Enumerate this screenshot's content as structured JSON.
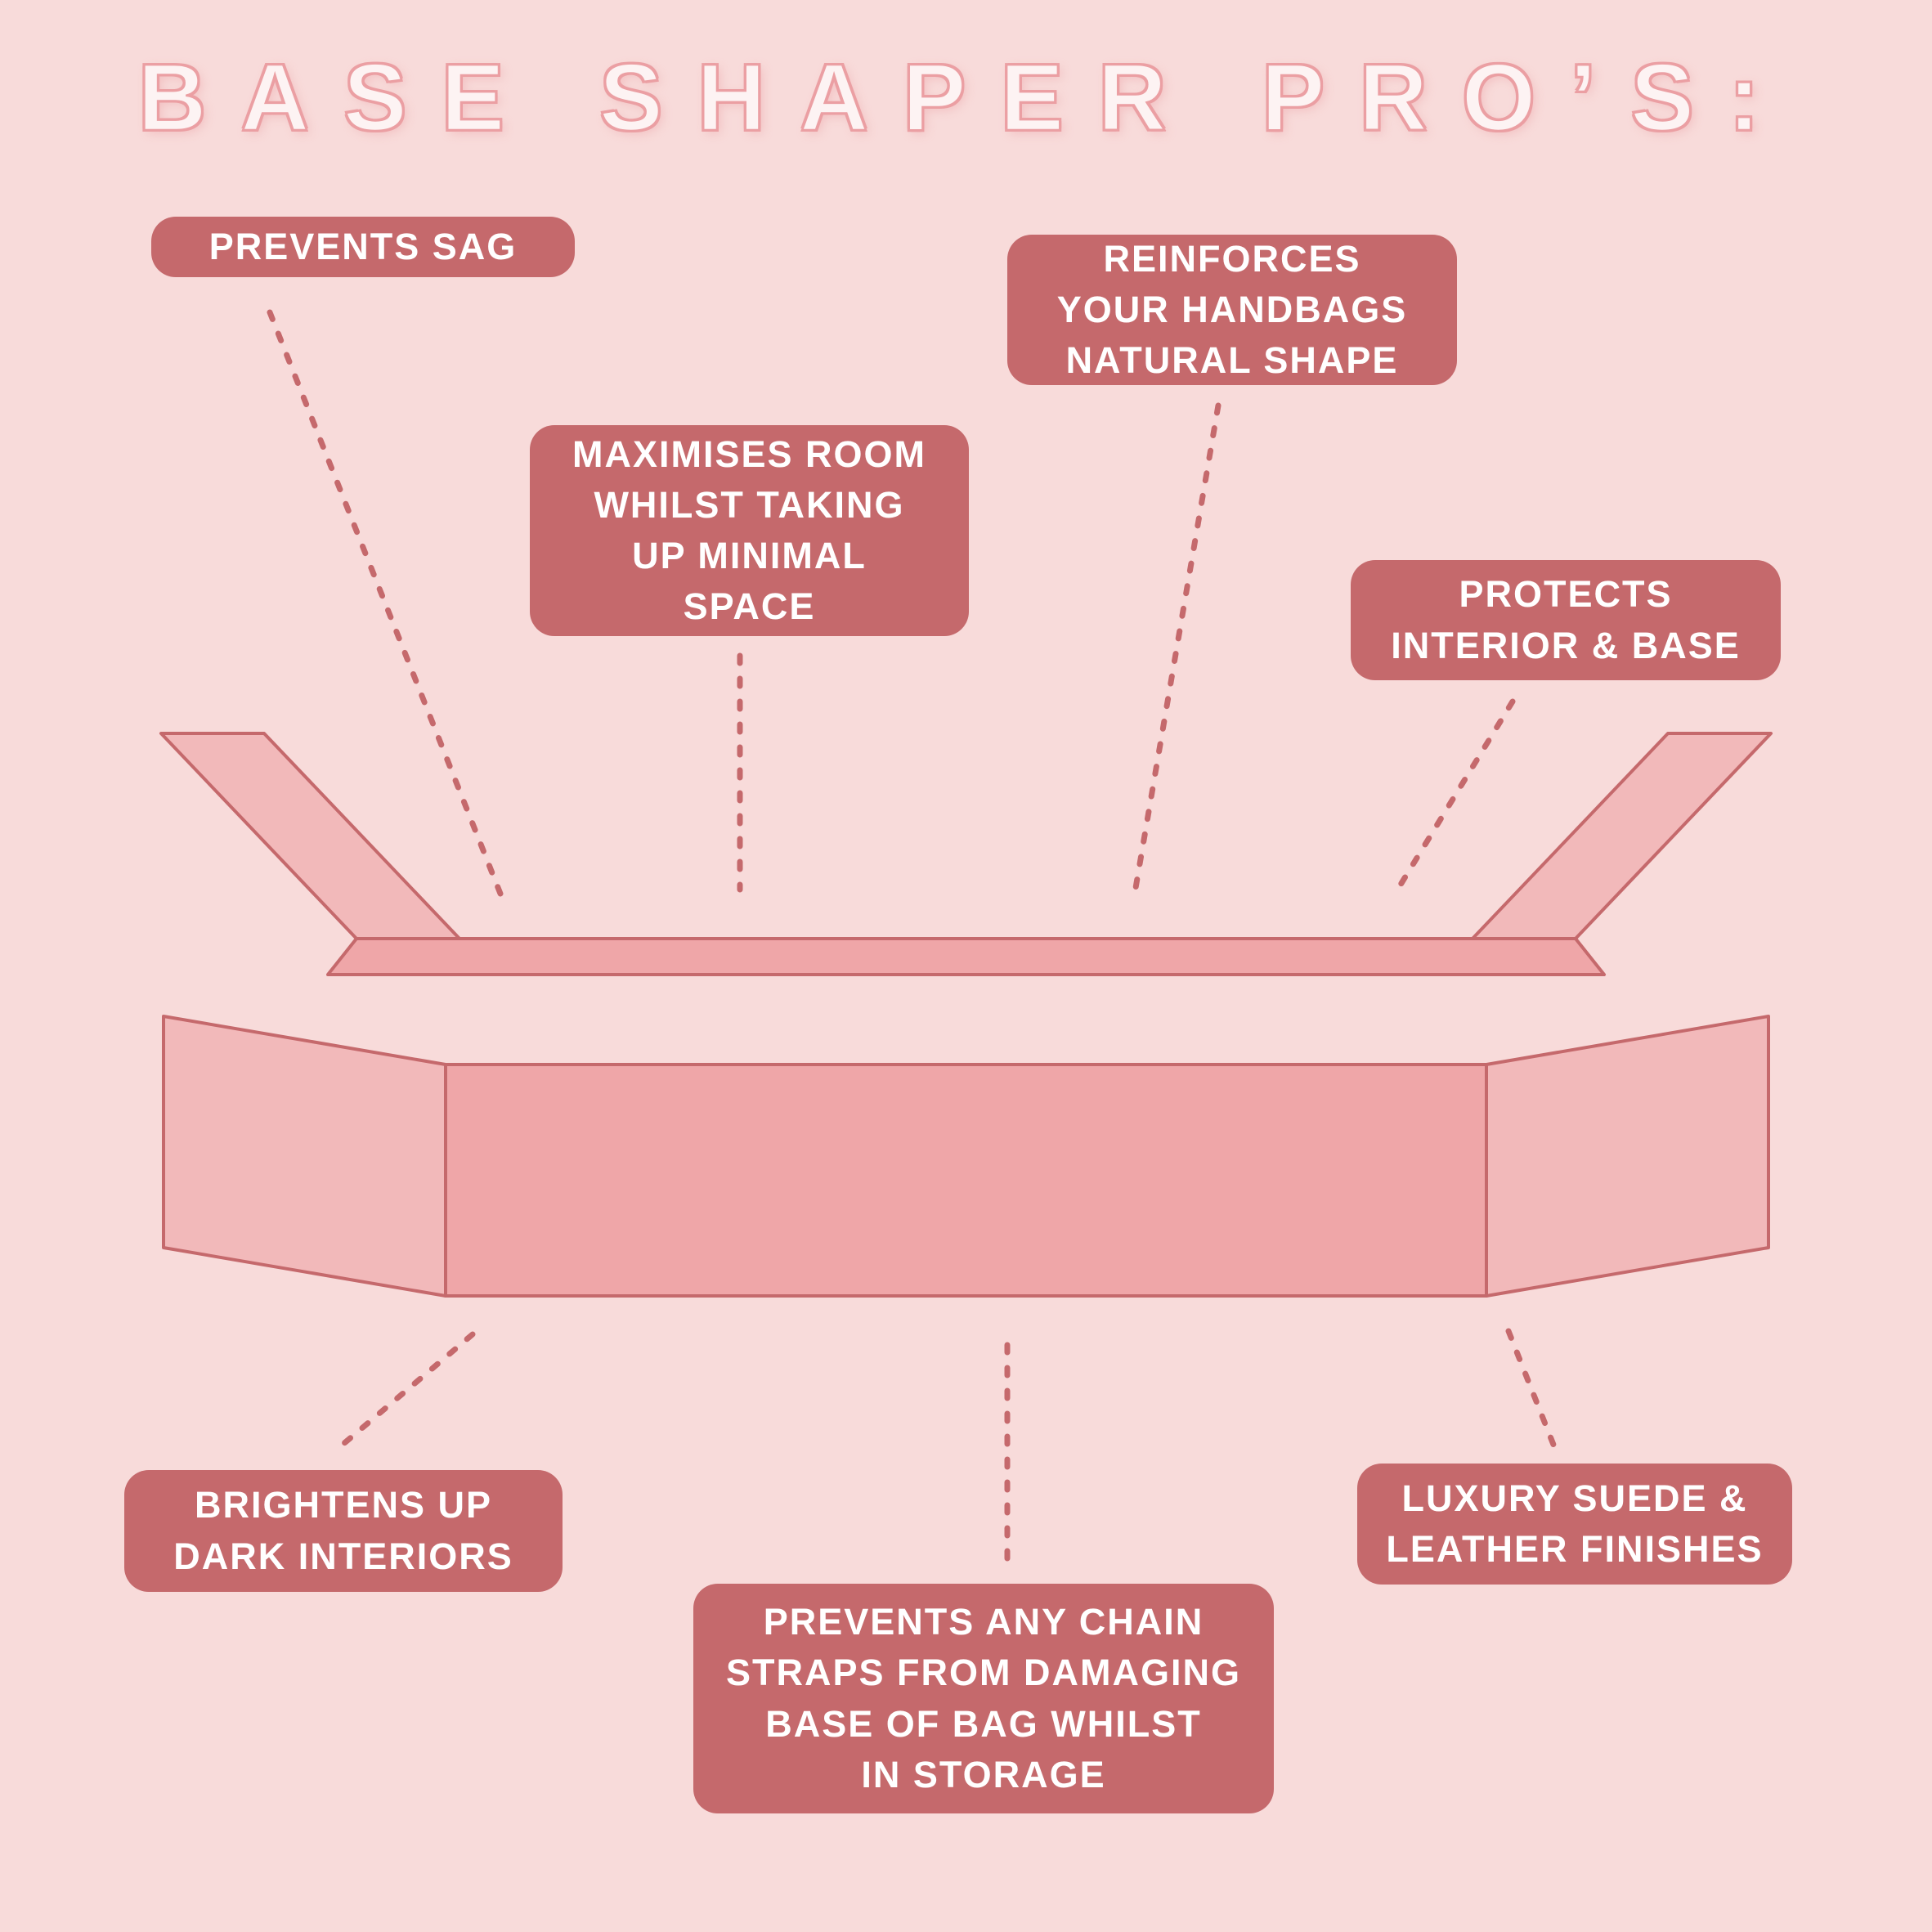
{
  "title": "BASE SHAPER PRO’S:",
  "callouts": [
    {
      "id": "prevents-sag",
      "label": "PREVENTS SAG"
    },
    {
      "id": "reinforces-shape",
      "label": "REINFORCES\nYOUR HANDBAGS\nNATURAL SHAPE"
    },
    {
      "id": "maximises-room",
      "label": "MAXIMISES ROOM\nWHILST TAKING\nUP MINIMAL\nSPACE"
    },
    {
      "id": "protects-interior",
      "label": "PROTECTS\nINTERIOR & BASE"
    },
    {
      "id": "brightens-interiors",
      "label": "BRIGHTENS UP\nDARK INTERIORS"
    },
    {
      "id": "prevents-chain-damage",
      "label": "PREVENTS ANY CHAIN\nSTRAPS FROM DAMAGING\nBASE OF BAG WHILST\nIN STORAGE"
    },
    {
      "id": "luxury-finishes",
      "label": "LUXURY SUEDE &\nLEATHER FINISHES"
    }
  ],
  "illustration": {
    "name": "base-shaper-diagram",
    "parts": [
      "top-shaper-left-wing",
      "top-shaper-bar",
      "top-shaper-right-wing",
      "base-left-flap",
      "base-center-panel",
      "base-right-flap"
    ]
  },
  "colors": {
    "background": "#f8dbda",
    "accent": "#c5696c",
    "shape_light": "#f2b9ba",
    "shape_dark": "#efa6a8",
    "outline": "#c5696c",
    "title_fill": "#fdf3f3",
    "title_stroke": "#eb9fa3"
  }
}
